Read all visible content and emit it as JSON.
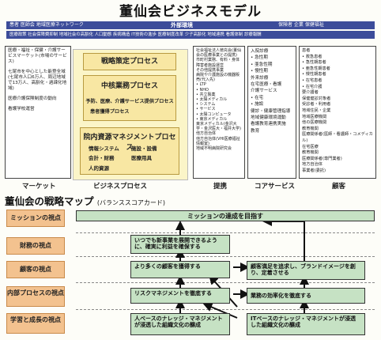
{
  "model": {
    "title": "董仙会ビジネスモデル",
    "top_bar": {
      "left_a": "患者 医師会 地域医療ネットワーク",
      "center": "外部環境",
      "right": "保険者 企業 保健福祉",
      "row2": "医療政策 社会保障費抑制 地域社会の高齢化 人口動態 疾病構造 IT技術の進歩 医療制度改革 少子高齢化 地域連携 看護体制 診療報酬"
    },
    "left_panel": {
      "lines": [
        "医療・福祉・保健・介護サービスマーケット(市場のサービス)",
        "七尾市を中心とした能登全域(七尾市人口6万人、周辺地域で13万人、高齢化・過疎化地域)",
        "医療介護保険制度の動向",
        "看護学校運営"
      ]
    },
    "center": {
      "strategy": "戦略策定プロセス",
      "core": "中核業務プロセス",
      "core_sub1": "予防、医療、介護サービス提供プロセス",
      "core_sub2": "患者獲得プロセス",
      "resource": "院内資源マネジメントプロセス",
      "res_a": "情報システム",
      "res_b": "施設・設備",
      "res_c": "会計・財務",
      "res_d": "医療用具",
      "res_e": "人的資源"
    },
    "partner_panel": {
      "lines": [
        "社会福祉法人徳充会(董仙会の医療事業との提携)",
        "市町村業務、有料・身体障害者施設運営",
        "その他提携事業",
        "病院や介護施設の機器販売(代入先)",
        "• LTP",
        "• NHO",
        "• 共立製薬",
        "• 太陽メディカル",
        "• システム",
        "• サービス",
        "• 太陽コンピュータ",
        "• 東京メディカル",
        "東京メディカル(金沢大学・金沢医大・福井大学)",
        "他方自治体",
        "他方自治体(VHI医療福祉情報室)",
        "地域不明病院研究会"
      ]
    },
    "core_panel": {
      "lines": [
        "入院診療",
        "• 急性期",
        "• 亜急性期",
        "• 慢性期",
        "外来診療",
        "在宅医療・看護",
        "介護サービス",
        "• 在宅",
        "• 施設",
        "健診・健康管理指導",
        "地域健康環境運動",
        "看護教育連携実施",
        "教育"
      ]
    },
    "customer_panel": {
      "lines": [
        "患者",
        "• 救急患者",
        "• 急性期患者",
        "• 亜急性期患者",
        "• 慢性期患者",
        "• 在宅患者",
        "• 在宅介護",
        "要介護者",
        "保健健診対象者",
        "受診者・利用者",
        "地域住民・企業",
        "地域医療機関",
        "他の医療機関",
        "教育機関",
        "医療関係者(医師・看護師・コメディカル)",
        "在宅医療",
        "教育機関",
        "医療関係者(専門業者)",
        "地方自治体",
        "事業者(委託)"
      ]
    },
    "footer": {
      "market": "マーケット",
      "process": "ビジネスプロセス",
      "alliance": "提携",
      "core_service": "コアサービス",
      "customer": "顧客"
    }
  },
  "map": {
    "title": "董仙会の戦略マップ",
    "subtitle": "(バランススコアカード)",
    "perspectives": [
      "ミッションの視点",
      "財務の視点",
      "顧客の視点",
      "内部プロセスの視点",
      "学習と成長の視点"
    ],
    "mission": "ミッションの達成を目指す",
    "finance": "いつでも新事業を展開できるように、確実に利益を確保する",
    "customer_a": "より多くの顧客を獲得する",
    "customer_b": "顧客満足を追求し、ブランドイメージを創り、定着させる",
    "process_a": "リスクマネジメントを徹底する",
    "process_b": "業務の効率化を徹底する",
    "learning_a": "人ベースのナレッジ・マネジメントが浸透した組織文化の醸成",
    "learning_b": "ITベースのナレッジ・マネジメントが浸透した組織文化の醸成"
  }
}
